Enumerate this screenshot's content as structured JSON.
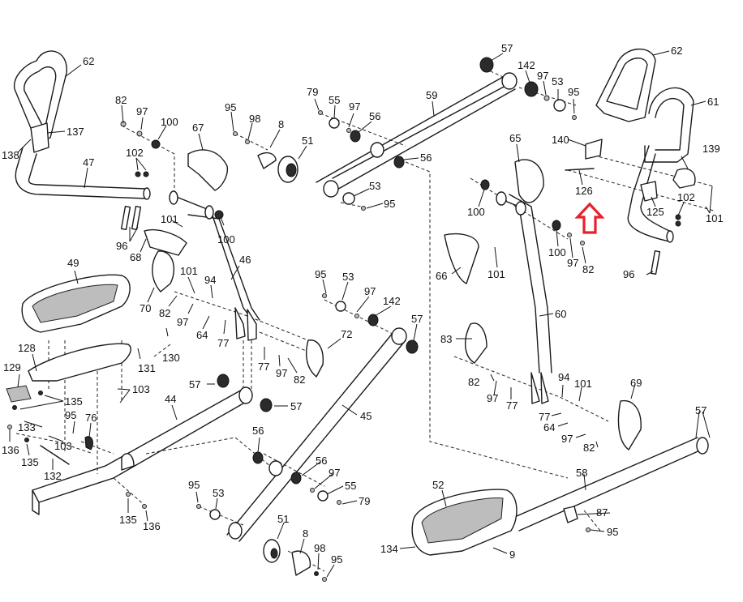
{
  "diagram": {
    "title": "Exploded parts diagram - elliptical trainer arm and pedal assembly",
    "highlight": {
      "part": "126",
      "indicator": "red-up-arrow",
      "color": "#e8222a"
    },
    "callouts": [
      {
        "id": "c62a",
        "label": "62"
      },
      {
        "id": "c137",
        "label": "137"
      },
      {
        "id": "c138",
        "label": "138"
      },
      {
        "id": "c47",
        "label": "47"
      },
      {
        "id": "c82a",
        "label": "82"
      },
      {
        "id": "c97a",
        "label": "97"
      },
      {
        "id": "c100a",
        "label": "100"
      },
      {
        "id": "c102a",
        "label": "102"
      },
      {
        "id": "c67",
        "label": "67"
      },
      {
        "id": "c95a",
        "label": "95"
      },
      {
        "id": "c98a",
        "label": "98"
      },
      {
        "id": "c8a",
        "label": "8"
      },
      {
        "id": "c51a",
        "label": "51"
      },
      {
        "id": "c79a",
        "label": "79"
      },
      {
        "id": "c55a",
        "label": "55"
      },
      {
        "id": "c97b",
        "label": "97"
      },
      {
        "id": "c56a",
        "label": "56"
      },
      {
        "id": "c59",
        "label": "59"
      },
      {
        "id": "c56b",
        "label": "56"
      },
      {
        "id": "c53a",
        "label": "53"
      },
      {
        "id": "c95b",
        "label": "95"
      },
      {
        "id": "c57a",
        "label": "57"
      },
      {
        "id": "c142a",
        "label": "142"
      },
      {
        "id": "c97c",
        "label": "97"
      },
      {
        "id": "c53b",
        "label": "53"
      },
      {
        "id": "c95c",
        "label": "95"
      },
      {
        "id": "c62b",
        "label": "62"
      },
      {
        "id": "c61",
        "label": "61"
      },
      {
        "id": "c140",
        "label": "140"
      },
      {
        "id": "c126",
        "label": "126"
      },
      {
        "id": "c139",
        "label": "139"
      },
      {
        "id": "c65",
        "label": "65"
      },
      {
        "id": "c100b",
        "label": "100"
      },
      {
        "id": "c100c",
        "label": "100"
      },
      {
        "id": "c97d",
        "label": "97"
      },
      {
        "id": "c82b",
        "label": "82"
      },
      {
        "id": "c125",
        "label": "125"
      },
      {
        "id": "c102b",
        "label": "102"
      },
      {
        "id": "c101a",
        "label": "101"
      },
      {
        "id": "c96a",
        "label": "96"
      },
      {
        "id": "c96b",
        "label": "96"
      },
      {
        "id": "c101b",
        "label": "101"
      },
      {
        "id": "c100d",
        "label": "100"
      },
      {
        "id": "c68",
        "label": "68"
      },
      {
        "id": "c46",
        "label": "46"
      },
      {
        "id": "c66",
        "label": "66"
      },
      {
        "id": "c101c",
        "label": "101"
      },
      {
        "id": "c49",
        "label": "49"
      },
      {
        "id": "c70",
        "label": "70"
      },
      {
        "id": "c101d",
        "label": "101"
      },
      {
        "id": "c94a",
        "label": "94"
      },
      {
        "id": "c82c",
        "label": "82"
      },
      {
        "id": "c97e",
        "label": "97"
      },
      {
        "id": "c64a",
        "label": "64"
      },
      {
        "id": "c77a",
        "label": "77"
      },
      {
        "id": "c95d",
        "label": "95"
      },
      {
        "id": "c53c",
        "label": "53"
      },
      {
        "id": "c97f",
        "label": "97"
      },
      {
        "id": "c142b",
        "label": "142"
      },
      {
        "id": "c57b",
        "label": "57"
      },
      {
        "id": "c72",
        "label": "72"
      },
      {
        "id": "c60",
        "label": "60"
      },
      {
        "id": "c83",
        "label": "83"
      },
      {
        "id": "c128",
        "label": "128"
      },
      {
        "id": "c130",
        "label": "130"
      },
      {
        "id": "c131",
        "label": "131"
      },
      {
        "id": "c77b",
        "label": "77"
      },
      {
        "id": "c97g",
        "label": "97"
      },
      {
        "id": "c82d",
        "label": "82"
      },
      {
        "id": "c129",
        "label": "129"
      },
      {
        "id": "c135a",
        "label": "135"
      },
      {
        "id": "c103a",
        "label": "103"
      },
      {
        "id": "c57c",
        "label": "57"
      },
      {
        "id": "c57d",
        "label": "57"
      },
      {
        "id": "c44",
        "label": "44"
      },
      {
        "id": "c45",
        "label": "45"
      },
      {
        "id": "c82e",
        "label": "82"
      },
      {
        "id": "c97h",
        "label": "97"
      },
      {
        "id": "c77c",
        "label": "77"
      },
      {
        "id": "c94b",
        "label": "94"
      },
      {
        "id": "c101e",
        "label": "101"
      },
      {
        "id": "c69",
        "label": "69"
      },
      {
        "id": "c77d",
        "label": "77"
      },
      {
        "id": "c64b",
        "label": "64"
      },
      {
        "id": "c97i",
        "label": "97"
      },
      {
        "id": "c82f",
        "label": "82"
      },
      {
        "id": "c57e",
        "label": "57"
      },
      {
        "id": "c133",
        "label": "133"
      },
      {
        "id": "c95e",
        "label": "95"
      },
      {
        "id": "c76",
        "label": "76"
      },
      {
        "id": "c136a",
        "label": "136"
      },
      {
        "id": "c103b",
        "label": "103"
      },
      {
        "id": "c135b",
        "label": "135"
      },
      {
        "id": "c132",
        "label": "132"
      },
      {
        "id": "c56c",
        "label": "56"
      },
      {
        "id": "c56d",
        "label": "56"
      },
      {
        "id": "c97j",
        "label": "97"
      },
      {
        "id": "c55b",
        "label": "55"
      },
      {
        "id": "c79b",
        "label": "79"
      },
      {
        "id": "c58",
        "label": "58"
      },
      {
        "id": "c52",
        "label": "52"
      },
      {
        "id": "c87",
        "label": "87"
      },
      {
        "id": "c95f",
        "label": "95"
      },
      {
        "id": "c53d",
        "label": "53"
      },
      {
        "id": "c95g",
        "label": "95"
      },
      {
        "id": "c135c",
        "label": "135"
      },
      {
        "id": "c136b",
        "label": "136"
      },
      {
        "id": "c51b",
        "label": "51"
      },
      {
        "id": "c8b",
        "label": "8"
      },
      {
        "id": "c98b",
        "label": "98"
      },
      {
        "id": "c95h",
        "label": "95"
      },
      {
        "id": "c134",
        "label": "134"
      },
      {
        "id": "c9",
        "label": "9"
      }
    ]
  }
}
